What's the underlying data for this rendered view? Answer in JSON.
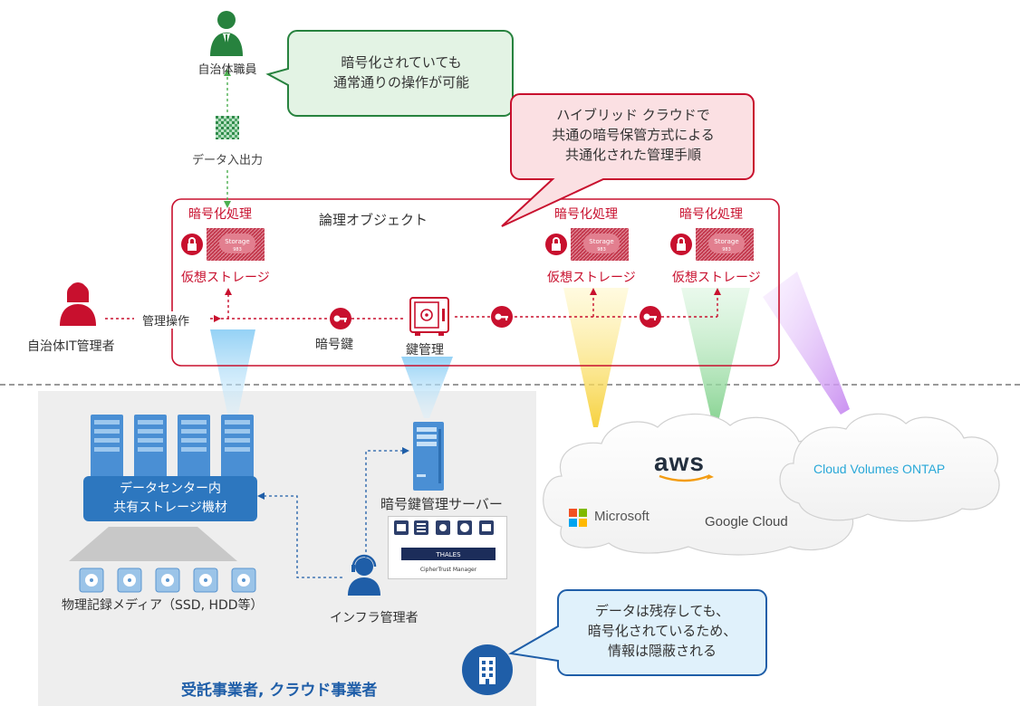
{
  "labels": {
    "municipal_staff": "自治体職員",
    "data_io": "データ入出力",
    "it_admin": "自治体IT管理者",
    "management_op": "管理操作",
    "logical_object": "論理オブジェクト",
    "encryption": "暗号化処理",
    "virtual_storage": "仮想ストレージ",
    "encryption_key": "暗号鍵",
    "key_management": "鍵管理",
    "datacenter_storage_line1": "データセンター内",
    "datacenter_storage_line2": "共有ストレージ機材",
    "physical_media": "物理記録メディア（SSD, HDD等）",
    "infra_admin": "インフラ管理者",
    "key_server": "暗号鍵管理サーバー",
    "contractor": "受託事業者, クラウド事業者",
    "storage_chip": "Storage",
    "storage_chip_sub": "983",
    "thales": "THALES",
    "ciphertrust": "CipherTrust Manager"
  },
  "bubbles": {
    "green": {
      "line1": "暗号化されていても",
      "line2": "通常通りの操作が可能"
    },
    "red": {
      "line1": "ハイブリッド クラウドで",
      "line2": "共通の暗号保管方式による",
      "line3": "共通化された管理手順"
    },
    "blue": {
      "line1": "データは残存しても、",
      "line2": "暗号化されているため、",
      "line3": "情報は隠蔽される"
    }
  },
  "clouds": {
    "aws": "aws",
    "microsoft": "Microsoft",
    "google": "Google Cloud",
    "ontap": "Cloud Volumes ONTAP"
  },
  "colors": {
    "accent_red": "#c8102e",
    "green": "#27823e",
    "blue": "#1f5ea8",
    "panel_gray": "#eeeeee"
  }
}
